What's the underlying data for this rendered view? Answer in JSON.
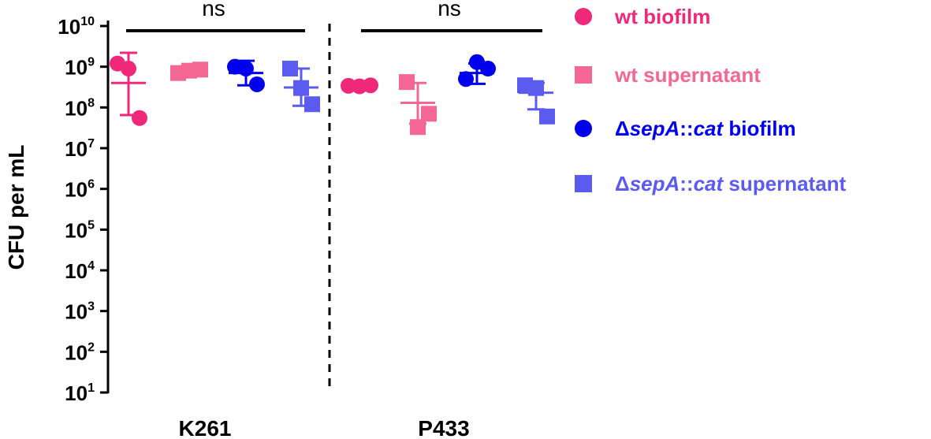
{
  "chart_data": {
    "type": "scatter",
    "ylabel": "CFU per mL",
    "y_scale": "log",
    "ylim": [
      10,
      10000000000
    ],
    "y_ticks": [
      {
        "base": "10",
        "exp": "1"
      },
      {
        "base": "10",
        "exp": "2"
      },
      {
        "base": "10",
        "exp": "3"
      },
      {
        "base": "10",
        "exp": "4"
      },
      {
        "base": "10",
        "exp": "5"
      },
      {
        "base": "10",
        "exp": "6"
      },
      {
        "base": "10",
        "exp": "7"
      },
      {
        "base": "10",
        "exp": "8"
      },
      {
        "base": "10",
        "exp": "9"
      },
      {
        "base": "10",
        "exp": "10"
      }
    ],
    "categories": [
      "K261",
      "P433"
    ],
    "legend_position": "right",
    "series": [
      {
        "name_parts": [
          {
            "text": "wt biofilm",
            "italic": false
          }
        ],
        "color": "#f0287a",
        "marker": "circle",
        "points": [
          [
            1200000000,
            900000000,
            55000000
          ],
          [
            340000000,
            330000000,
            350000000
          ]
        ],
        "mean": [
          400000000,
          340000000
        ],
        "error": [
          [
            65000000,
            2200000000
          ],
          [
            340000000,
            340000000
          ]
        ]
      },
      {
        "name_parts": [
          {
            "text": "wt supernatant",
            "italic": false
          }
        ],
        "color": "#f46795",
        "marker": "square",
        "points": [
          [
            700000000,
            800000000,
            850000000
          ],
          [
            420000000,
            33000000,
            70000000
          ]
        ],
        "mean": [
          770000000,
          130000000
        ],
        "error": [
          [
            700000000,
            850000000
          ],
          [
            40000000,
            400000000
          ]
        ]
      },
      {
        "name_parts": [
          {
            "text": "Δ",
            "italic": false
          },
          {
            "text": "sepA",
            "italic": true
          },
          {
            "text": "::",
            "italic": false
          },
          {
            "text": "cat",
            "italic": true
          },
          {
            "text": " biofilm",
            "italic": false
          }
        ],
        "color": "#0000ee",
        "marker": "circle",
        "points": [
          [
            1000000000,
            900000000,
            370000000
          ],
          [
            500000000,
            1300000000,
            900000000
          ]
        ],
        "mean": [
          700000000,
          700000000
        ],
        "error": [
          [
            350000000,
            1400000000
          ],
          [
            380000000,
            1200000000
          ]
        ]
      },
      {
        "name_parts": [
          {
            "text": "Δ",
            "italic": false
          },
          {
            "text": "sepA",
            "italic": true
          },
          {
            "text": "::",
            "italic": false
          },
          {
            "text": "cat",
            "italic": true
          },
          {
            "text": " supernatant",
            "italic": false
          }
        ],
        "color": "#5b5bf0",
        "marker": "square",
        "points": [
          [
            900000000,
            300000000,
            120000000
          ],
          [
            350000000,
            300000000,
            60000000
          ]
        ],
        "mean": [
          310000000,
          230000000
        ],
        "error": [
          [
            110000000,
            900000000
          ],
          [
            90000000,
            400000000
          ]
        ]
      }
    ],
    "annotations": [
      {
        "text": "ns",
        "group": 0
      },
      {
        "text": "ns",
        "group": 1
      }
    ]
  }
}
